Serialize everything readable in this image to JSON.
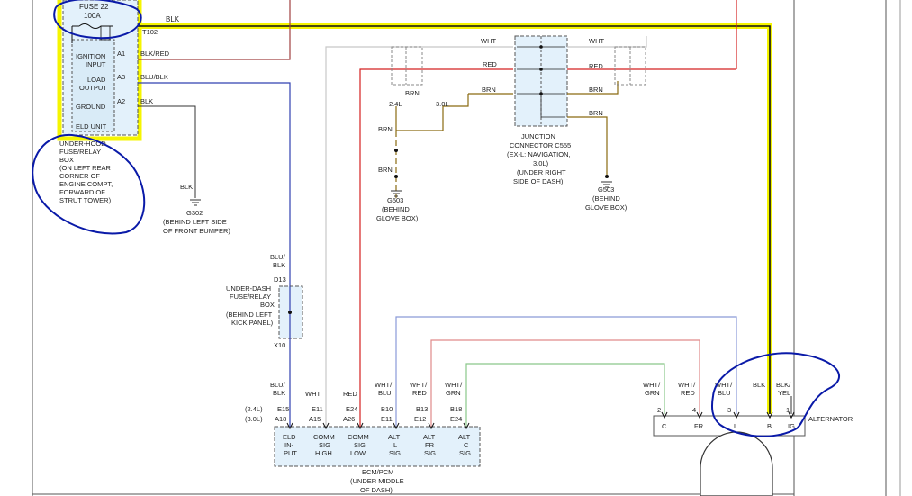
{
  "fuse_box": {
    "fuse_label": "FUSE 22",
    "fuse_rating": "100A",
    "terminal": "T102",
    "wire_top": "BLK",
    "pins": [
      {
        "pin": "A1",
        "label_1": "IGNITION",
        "label_2": "INPUT",
        "wire": "BLK/RED"
      },
      {
        "pin": "A3",
        "label_1": "LOAD",
        "label_2": "OUTPUT",
        "wire": "BLU/BLK"
      },
      {
        "pin": "A2",
        "label_1": "GROUND",
        "label_2": "",
        "wire": "BLK"
      }
    ],
    "unit_label": "ELD UNIT",
    "caption": [
      "UNDER-HOOD",
      "FUSE/RELAY",
      "BOX",
      "(ON LEFT REAR",
      "CORNER OF",
      "ENGINE COMPT,",
      "FORWARD OF",
      "STRUT TOWER)"
    ]
  },
  "ground_g302": {
    "wire": "BLK",
    "name": "G302",
    "caption": [
      "(BEHIND LEFT SIDE",
      "OF FRONT BUMPER)"
    ]
  },
  "under_dash_box": {
    "wire_in": [
      "BLU/",
      "BLK"
    ],
    "pin_top": "D13",
    "pin_bottom": "X10",
    "caption": [
      "UNDER-DASH",
      "FUSE/RELAY",
      "BOX",
      "(BEHIND LEFT",
      "KICK PANEL)"
    ],
    "wire_out": [
      "BLU/",
      "BLK"
    ]
  },
  "junction": {
    "left_wires": [
      "WHT",
      "RED",
      "BRN"
    ],
    "right_wires": [
      "WHT",
      "RED",
      "BRN",
      "BRN"
    ],
    "caption": [
      "JUNCTION",
      "CONNECTOR C555",
      "(EX-L: NAVIGATION,",
      "3.0L)",
      "(UNDER RIGHT",
      "SIDE OF DASH)"
    ]
  },
  "ground_left": {
    "variant_a": "2.4L",
    "variant_b": "3.0L",
    "wire_top": "BRN",
    "wire_1": "BRN",
    "wire_2": "BRN",
    "wire_3": "BRN",
    "name": "G503",
    "caption": [
      "(BEHIND",
      "GLOVE BOX)"
    ]
  },
  "ground_right": {
    "wire": "BRN",
    "name": "G503",
    "caption": [
      "(BEHIND",
      "GLOVE BOX)"
    ]
  },
  "ecm": {
    "variant_a": "(2.4L)",
    "variant_b": "(3.0L)",
    "pins": [
      {
        "wire": [
          "BLU/",
          "BLK"
        ],
        "pin_a": "E15",
        "pin_b": "A18",
        "label": [
          "ELD",
          "IN-",
          "PUT"
        ]
      },
      {
        "wire": [
          "WHT"
        ],
        "pin_a": "E11",
        "pin_b": "A15",
        "label": [
          "COMM",
          "SIG",
          "HIGH"
        ]
      },
      {
        "wire": [
          "RED"
        ],
        "pin_a": "E24",
        "pin_b": "A26",
        "label": [
          "COMM",
          "SIG",
          "LOW"
        ]
      },
      {
        "wire": [
          "WHT/",
          "BLU"
        ],
        "pin_a": "B10",
        "pin_b": "E11",
        "label": [
          "ALT",
          "L",
          "SIG"
        ]
      },
      {
        "wire": [
          "WHT/",
          "RED"
        ],
        "pin_a": "B13",
        "pin_b": "E12",
        "label": [
          "ALT",
          "FR",
          "SIG"
        ]
      },
      {
        "wire": [
          "WHT/",
          "GRN"
        ],
        "pin_a": "B18",
        "pin_b": "E24",
        "label": [
          "ALT",
          "C",
          "SIG"
        ]
      }
    ],
    "caption": [
      "ECM/PCM",
      "(UNDER MIDDLE",
      "OF DASH)"
    ]
  },
  "alternator": {
    "label": "ALTERNATOR",
    "pins": [
      {
        "wire": [
          "WHT/",
          "GRN"
        ],
        "num": "2",
        "name": "C"
      },
      {
        "wire": [
          "WHT/",
          "RED"
        ],
        "num": "4",
        "name": "FR"
      },
      {
        "wire": [
          "WHT/",
          "BLU"
        ],
        "num": "3",
        "name": "L"
      },
      {
        "wire": [
          "BLK"
        ],
        "num": "",
        "name": "B"
      },
      {
        "wire": [
          "BLK/",
          "YEL"
        ],
        "num": "1",
        "name": "IG"
      }
    ]
  },
  "colors": {
    "highlight": "#f5f500",
    "annotation": "#0a1aa8",
    "wire_red": "#d42020",
    "wire_blue": "#3040b0",
    "wire_brown": "#8a6a10",
    "wire_gray": "#c8c8c8"
  }
}
